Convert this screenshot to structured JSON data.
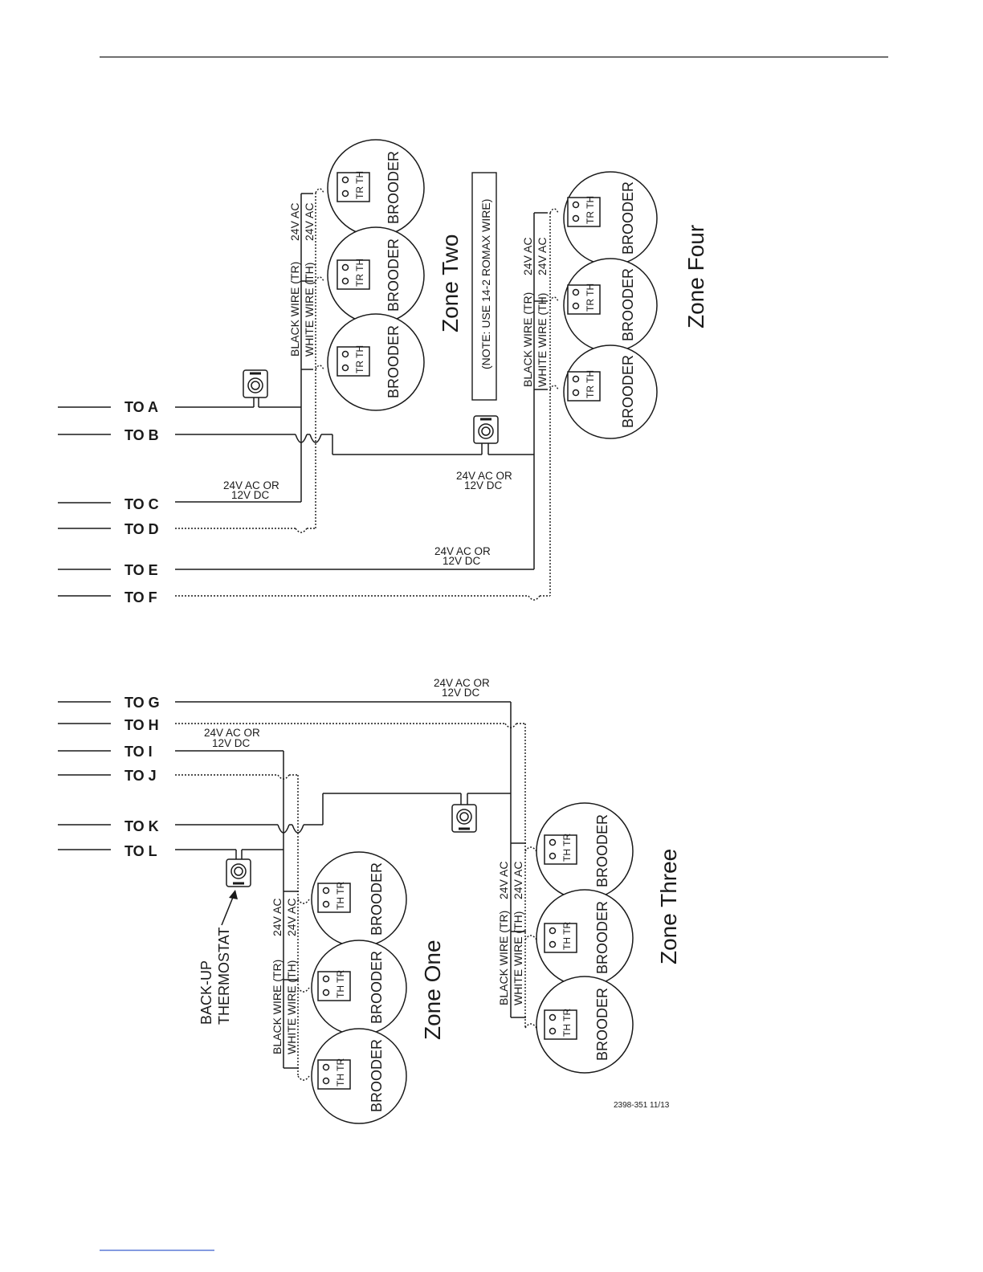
{
  "leads": [
    "TO A",
    "TO B",
    "TO C",
    "TO D",
    "TO E",
    "TO F",
    "TO G",
    "TO H",
    "TO I",
    "TO J",
    "TO K",
    "TO L"
  ],
  "power_label": [
    "24V AC OR",
    "12V DC"
  ],
  "wire_labels": {
    "black": "BLACK WIRE (TR)",
    "white": "WHITE WIRE (TH)",
    "volt": "24V AC"
  },
  "brooder_label": "BROODER",
  "terminal_labels": {
    "upper": "TR TH",
    "lower": "TH TR"
  },
  "zones": {
    "one": "Zone One",
    "two": "Zone Two",
    "three": "Zone Three",
    "four": "Zone Four"
  },
  "note": "(NOTE:  USE 14-2 ROMAX WIRE)",
  "backup_label": [
    "BACK-UP",
    "THERMOSTAT"
  ],
  "drawing_code": "2398-351 11/13",
  "colors": {
    "ink": "#1a1a1a",
    "footer_line": "#3a5fcd"
  }
}
